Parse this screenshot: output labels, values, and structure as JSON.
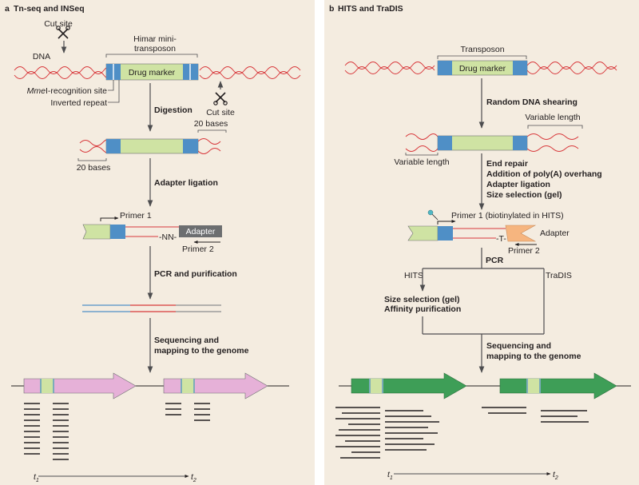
{
  "colors": {
    "panel_bg": "#f4ece0",
    "dna_red": "#d8383b",
    "drug_marker_green": "#cfe3a3",
    "inverted_repeat_blue": "#4f8fc6",
    "adapter_gray": "#6c6e70",
    "adapter_orange": "#f6b57f",
    "gene_pink": "#e6b1d8",
    "gene_green": "#3e9e57",
    "read_black": "#231f20",
    "arrow_gray": "#4d4d4f"
  },
  "panel_a": {
    "letter": "a",
    "title": "Tn-seq and INSeq",
    "cut_site_top": "Cut site",
    "dna": "DNA",
    "transposon_line1": "Himar mini-",
    "transposon_line2": "transposon",
    "drug_marker": "Drug marker",
    "mmei_italic": "Mme",
    "mmei_rest": "I-recognition site",
    "inverted_repeat": "Inverted repeat",
    "cut_site_right": "Cut site",
    "step_digestion": "Digestion",
    "bases_right": "20 bases",
    "bases_left": "20 bases",
    "step_adapter": "Adapter ligation",
    "primer1": "Primer 1",
    "nn": "-NN-",
    "adapter": "Adapter",
    "primer2": "Primer 2",
    "step_pcr": "PCR and purification",
    "step_seq1": "Sequencing and",
    "step_seq2": "mapping to the genome",
    "t1": "t",
    "t1_sub": "1",
    "t2": "t",
    "t2_sub": "2"
  },
  "panel_b": {
    "letter": "b",
    "title": "HITS and TraDIS",
    "transposon": "Transposon",
    "drug_marker": "Drug marker",
    "step_shear": "Random DNA shearing",
    "variable_right": "Variable length",
    "variable_left": "Variable length",
    "step_list": [
      "End repair",
      "Addition of poly(A) overhang",
      "Adapter ligation",
      "Size selection (gel)"
    ],
    "primer1": "Primer 1 (biotinylated in HITS)",
    "t_label": "-T-",
    "adapter": "Adapter",
    "primer2": "Primer 2",
    "step_pcr": "PCR",
    "hits": "HITS",
    "tradis": "TraDIS",
    "step_size": "Size selection (gel)",
    "step_affinity": "Affinity purification",
    "step_seq1": "Sequencing and",
    "step_seq2": "mapping to the genome",
    "t1": "t",
    "t1_sub": "1",
    "t2": "t",
    "t2_sub": "2"
  }
}
